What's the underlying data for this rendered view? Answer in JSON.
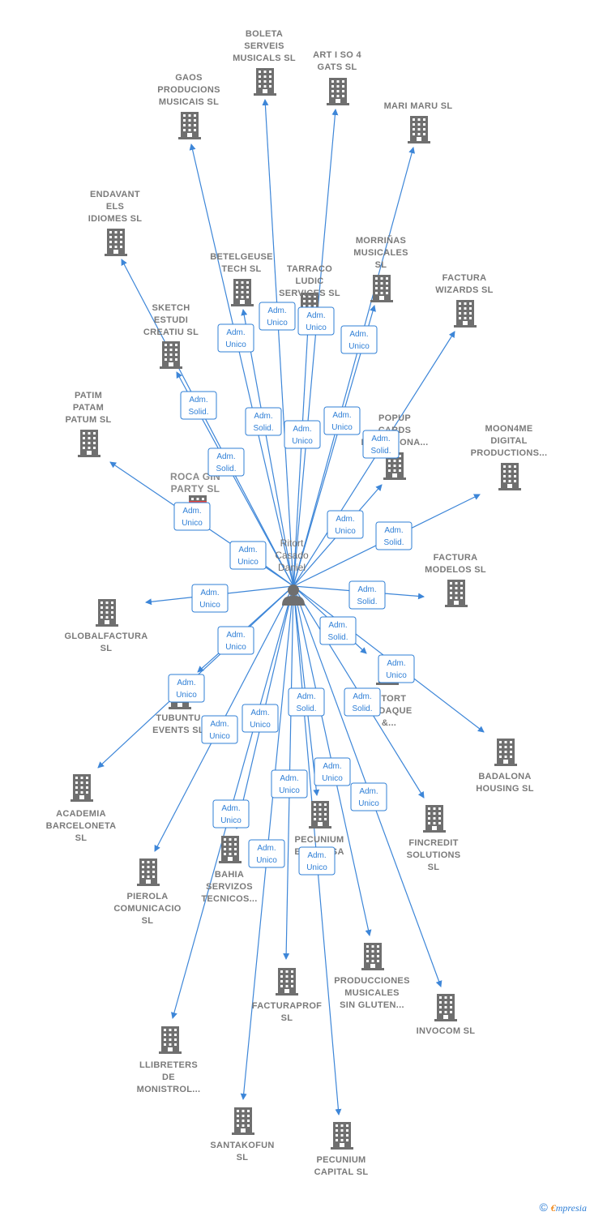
{
  "person": {
    "name_lines": [
      "Ritort",
      "Casado",
      "Daniel"
    ],
    "icon": "person-icon"
  },
  "colors": {
    "edge": "#3d86d8",
    "building": "#6f6f6f",
    "highlight": "#e8453c",
    "label": "#7a7a7a"
  },
  "companies": [
    {
      "id": "boleta",
      "lines": [
        "BOLETA",
        "SERVEIS",
        "MUSICALS  SL"
      ]
    },
    {
      "id": "artiso",
      "lines": [
        "ART I SO 4",
        "GATS  SL"
      ]
    },
    {
      "id": "gaos",
      "lines": [
        "GAOS",
        "PRODUCIONS",
        "MUSICAIS  SL"
      ]
    },
    {
      "id": "marimaru",
      "lines": [
        "MARI MARU  SL"
      ]
    },
    {
      "id": "endavant",
      "lines": [
        "ENDAVANT",
        "ELS",
        "IDIOMES  SL"
      ]
    },
    {
      "id": "morrinas",
      "lines": [
        "MORRIÑAS",
        "MUSICALES",
        "SL"
      ]
    },
    {
      "id": "betelgeuse",
      "lines": [
        "BETELGEUSE",
        "TECH  SL"
      ]
    },
    {
      "id": "tarraco",
      "lines": [
        "TARRACO",
        "LUDIC",
        "SERVICES  SL"
      ]
    },
    {
      "id": "facturawizards",
      "lines": [
        "FACTURA",
        "WIZARDS  SL"
      ]
    },
    {
      "id": "sketch",
      "lines": [
        "SKETCH",
        "ESTUDI",
        "CREATIU  SL"
      ]
    },
    {
      "id": "patim",
      "lines": [
        "PATIM",
        "PATAM",
        "PATUM  SL"
      ]
    },
    {
      "id": "popup",
      "lines": [
        "POPUP",
        "CARDS",
        "BARCELONA..."
      ]
    },
    {
      "id": "moon4me",
      "lines": [
        "MOON4ME",
        "DIGITAL",
        "PRODUCTIONS..."
      ]
    },
    {
      "id": "rocagin",
      "lines": [
        "ROCA GIN",
        "PARTY  SL"
      ],
      "highlight": true
    },
    {
      "id": "facturamodelos",
      "lines": [
        "FACTURA",
        "MODELOS  SL"
      ]
    },
    {
      "id": "globalfactura",
      "lines": [
        "GLOBALFACTURA",
        "SL"
      ]
    },
    {
      "id": "ritortsadaque",
      "lines": [
        "RITORT",
        "SADAQUE",
        "&..."
      ]
    },
    {
      "id": "tubuntu",
      "lines": [
        "TUBUNTU",
        "EVENTS  SL"
      ]
    },
    {
      "id": "badalona",
      "lines": [
        "BADALONA",
        "HOUSING  SL"
      ]
    },
    {
      "id": "academia",
      "lines": [
        "ACADEMIA",
        "BARCELONETA",
        "SL"
      ]
    },
    {
      "id": "pecuniumes",
      "lines": [
        "PECUNIUM",
        "ESTUDI  SA"
      ]
    },
    {
      "id": "fincredit",
      "lines": [
        "FINCREDIT",
        "SOLUTIONS",
        "SL"
      ]
    },
    {
      "id": "pierola",
      "lines": [
        "PIEROLA",
        "COMUNICACIO",
        "SL"
      ]
    },
    {
      "id": "bahia",
      "lines": [
        "BAHIA",
        "SERVIZOS",
        "TECNICOS..."
      ]
    },
    {
      "id": "producciones",
      "lines": [
        "PRODUCCIONES",
        "MUSICALES",
        "SIN GLUTEN..."
      ]
    },
    {
      "id": "facturaprof",
      "lines": [
        "FACTURAPROF",
        "SL"
      ]
    },
    {
      "id": "invocom",
      "lines": [
        "INVOCOM  SL"
      ]
    },
    {
      "id": "llibreters",
      "lines": [
        "LLIBRETERS",
        "DE",
        "MONISTROL..."
      ]
    },
    {
      "id": "santakofun",
      "lines": [
        "SANTAKOFUN",
        "SL"
      ]
    },
    {
      "id": "pecuniumcap",
      "lines": [
        "PECUNIUM",
        "CAPITAL  SL"
      ]
    }
  ],
  "edges": [
    {
      "to": "boleta",
      "role": [
        "Adm.",
        "Unico"
      ]
    },
    {
      "to": "artiso",
      "role": [
        "Adm.",
        "Unico"
      ]
    },
    {
      "to": "gaos",
      "role": [
        "Adm.",
        "Unico"
      ]
    },
    {
      "to": "marimaru",
      "role": [
        "Adm.",
        "Unico"
      ]
    },
    {
      "to": "endavant",
      "role": [
        "Adm.",
        "Solid."
      ]
    },
    {
      "to": "morrinas",
      "role": [
        "Adm.",
        "Unico"
      ]
    },
    {
      "to": "betelgeuse",
      "role": [
        "Adm.",
        "Solid."
      ]
    },
    {
      "to": "tarraco",
      "role": [
        "Adm.",
        "Unico"
      ]
    },
    {
      "to": "facturawizards",
      "role": [
        "Adm.",
        "Solid."
      ]
    },
    {
      "to": "sketch",
      "role": [
        "Adm.",
        "Solid."
      ]
    },
    {
      "to": "patim",
      "role": [
        "Adm.",
        "Unico"
      ]
    },
    {
      "to": "popup",
      "role": [
        "Adm.",
        "Unico"
      ]
    },
    {
      "to": "moon4me",
      "role": [
        "Adm.",
        "Solid."
      ]
    },
    {
      "to": "rocagin",
      "role": [
        "Adm.",
        "Unico"
      ]
    },
    {
      "to": "facturamodelos",
      "role": [
        "Adm.",
        "Solid."
      ]
    },
    {
      "to": "globalfactura",
      "role": [
        "Adm.",
        "Unico"
      ]
    },
    {
      "to": "ritortsadaque",
      "role": [
        "Adm.",
        "Solid."
      ]
    },
    {
      "to": "tubuntu",
      "role": [
        "Adm.",
        "Unico"
      ]
    },
    {
      "to": "badalona",
      "role": [
        "Adm.",
        "Unico"
      ]
    },
    {
      "to": "academia",
      "role": [
        "Adm.",
        "Unico"
      ]
    },
    {
      "to": "pecuniumes",
      "role": [
        "Adm.",
        "Solid."
      ]
    },
    {
      "to": "fincredit",
      "role": [
        "Adm.",
        "Solid."
      ]
    },
    {
      "to": "pierola",
      "role": [
        "Adm.",
        "Unico"
      ]
    },
    {
      "to": "bahia",
      "role": [
        "Adm.",
        "Unico"
      ]
    },
    {
      "to": "producciones",
      "role": [
        "Adm.",
        "Unico"
      ]
    },
    {
      "to": "facturaprof",
      "role": [
        "Adm.",
        "Unico"
      ]
    },
    {
      "to": "invocom",
      "role": [
        "Adm.",
        "Unico"
      ]
    },
    {
      "to": "llibreters",
      "role": [
        "Adm.",
        "Unico"
      ]
    },
    {
      "to": "santakofun",
      "role": [
        "Adm.",
        "Unico"
      ]
    },
    {
      "to": "pecuniumcap",
      "role": [
        "Adm.",
        "Unico"
      ]
    }
  ],
  "footer": {
    "copyright": "©",
    "brand_first": "€",
    "brand_rest": "mpresia"
  }
}
